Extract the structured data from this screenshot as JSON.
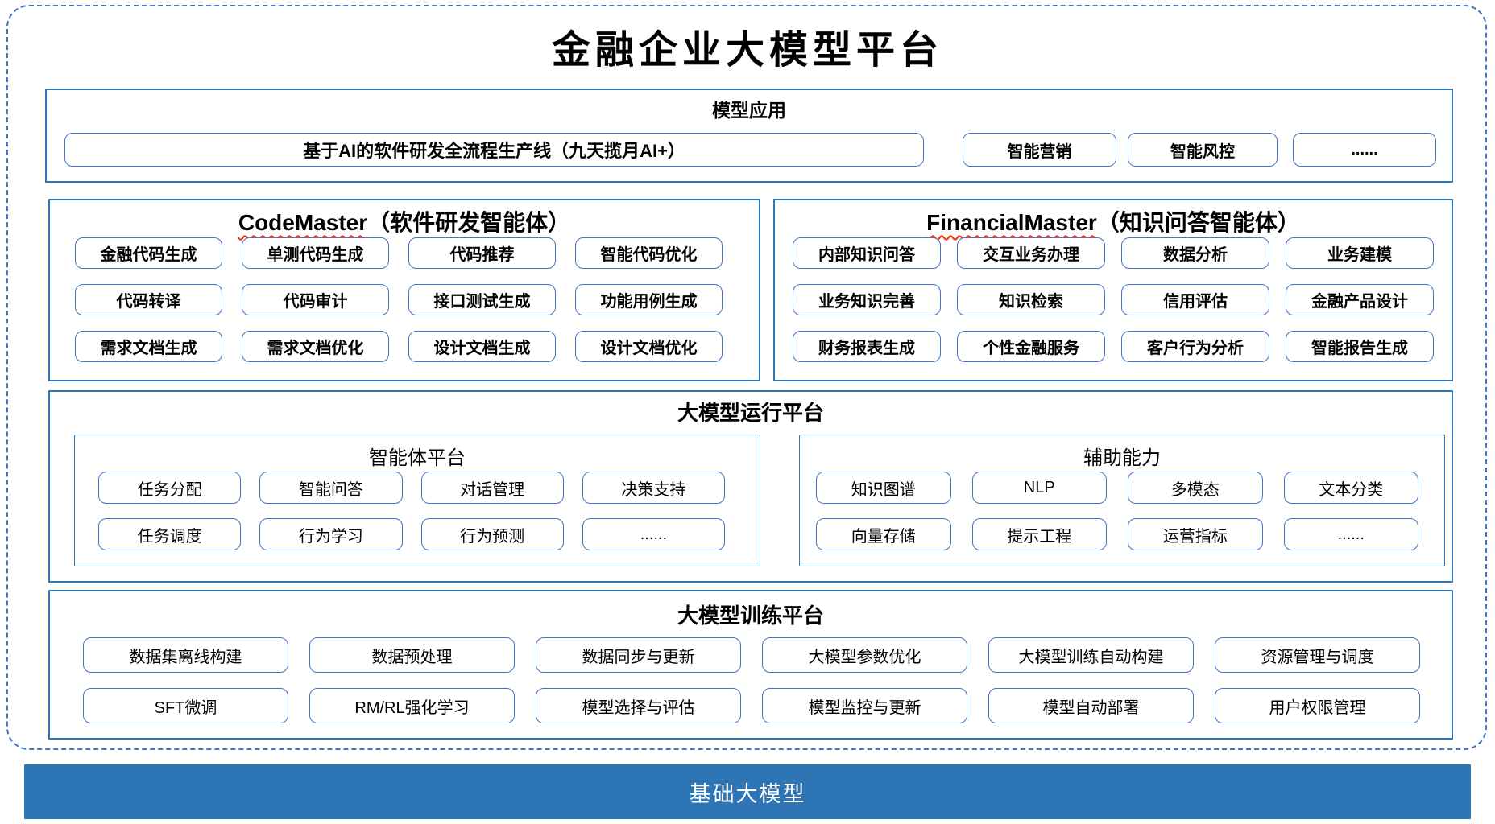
{
  "title": "金融企业大模型平台",
  "colors": {
    "section_border": "#2e75b6",
    "pill_border": "#4472c4",
    "dashed_border": "#4472c4",
    "base_bar_bg": "#2e75b6",
    "squiggle": "#ff2a00"
  },
  "model_app": {
    "header": "模型应用",
    "main_pill": "基于AI的软件研发全流程生产线（九天揽月AI+）",
    "pills": [
      "智能营销",
      "智能风控",
      "......"
    ]
  },
  "code_master": {
    "header_en": "CodeMaster",
    "header_cn": "（软件研发智能体）",
    "pills": [
      "金融代码生成",
      "单测代码生成",
      "代码推荐",
      "智能代码优化",
      "代码转译",
      "代码审计",
      "接口测试生成",
      "功能用例生成",
      "需求文档生成",
      "需求文档优化",
      "设计文档生成",
      "设计文档优化"
    ]
  },
  "financial_master": {
    "header_en": "FinancialMaster",
    "header_cn": "（知识问答智能体）",
    "pills": [
      "内部知识问答",
      "交互业务办理",
      "数据分析",
      "业务建模",
      "业务知识完善",
      "知识检索",
      "信用评估",
      "金融产品设计",
      "财务报表生成",
      "个性金融服务",
      "客户行为分析",
      "智能报告生成"
    ]
  },
  "runtime_platform": {
    "header": "大模型运行平台",
    "agent_platform": {
      "header": "智能体平台",
      "pills": [
        "任务分配",
        "智能问答",
        "对话管理",
        "决策支持",
        "任务调度",
        "行为学习",
        "行为预测",
        "......"
      ]
    },
    "auxiliary": {
      "header": "辅助能力",
      "pills": [
        "知识图谱",
        "NLP",
        "多模态",
        "文本分类",
        "向量存储",
        "提示工程",
        "运营指标",
        "......"
      ]
    }
  },
  "training_platform": {
    "header": "大模型训练平台",
    "pills": [
      "数据集离线构建",
      "数据预处理",
      "数据同步与更新",
      "大模型参数优化",
      "大模型训练自动构建",
      "资源管理与调度",
      "SFT微调",
      "RM/RL强化学习",
      "模型选择与评估",
      "模型监控与更新",
      "模型自动部署",
      "用户权限管理"
    ]
  },
  "base_model_bar": {
    "label": "基础大模型"
  }
}
